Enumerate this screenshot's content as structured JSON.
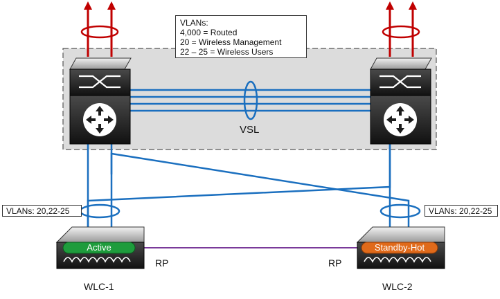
{
  "legend": {
    "heading": "VLANs:",
    "lines": [
      "4,000 = Routed",
      "20 = Wireless Management",
      "22 – 25 = Wireless Users"
    ]
  },
  "vsl_label": "VSL",
  "wlc1": {
    "vlan_tag": "VLANs: 20,22-25",
    "status": "Active",
    "name": "WLC-1",
    "rp": "RP"
  },
  "wlc2": {
    "vlan_tag": "VLANs: 20,22-25",
    "status": "Standby-Hot",
    "name": "WLC-2",
    "rp": "RP"
  },
  "colors": {
    "link": "#1a6fbf",
    "uplink": "#c00000",
    "rp_link": "#7a3a9a",
    "active_badge": "#1e9c3c",
    "standby_badge": "#e06a1a",
    "chassis": "#1c1c1c",
    "group_fill": "#dcdcdc"
  }
}
